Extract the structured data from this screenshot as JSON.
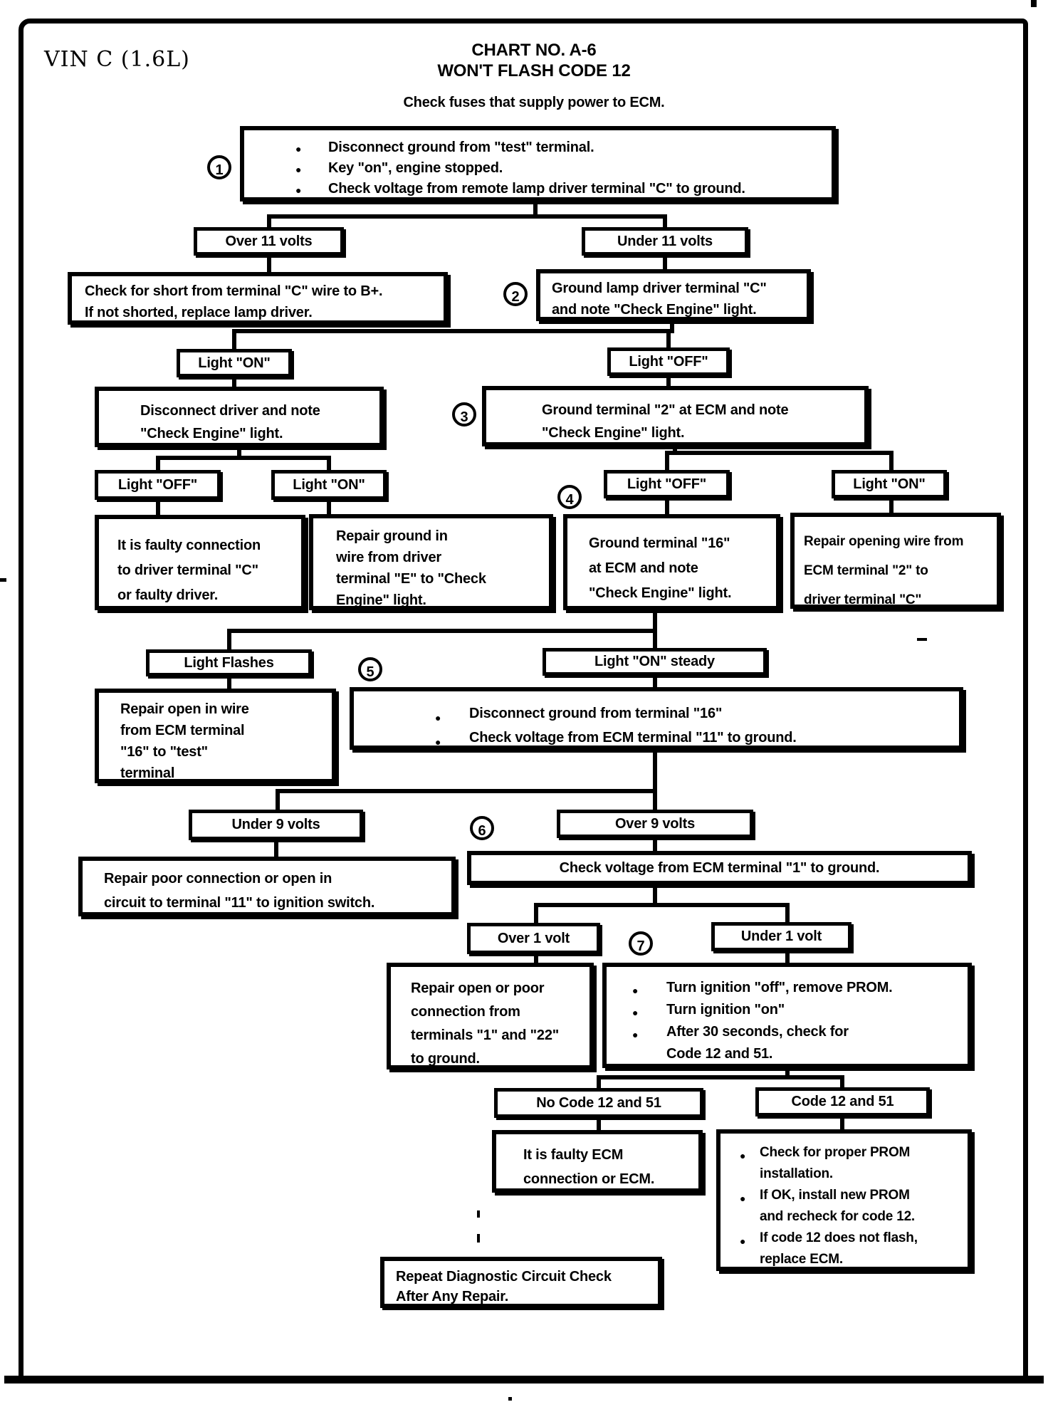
{
  "header": {
    "vin": "VIN C (1.6L)",
    "chart_no": "CHART NO. A-6",
    "title": "WON'T FLASH CODE 12",
    "subtitle": "Check fuses that supply power to ECM."
  },
  "circles": {
    "c1": "1",
    "c2": "2",
    "c3": "3",
    "c4": "4",
    "c5": "5",
    "c6": "6",
    "c7": "7"
  },
  "nodes": {
    "step1": {
      "items": [
        "Disconnect ground from \"test\" terminal.",
        "Key \"on\", engine stopped.",
        "Check voltage from remote lamp driver terminal \"C\" to ground."
      ]
    },
    "over11": {
      "label": "Over 11 volts"
    },
    "under11": {
      "label": "Under 11 volts"
    },
    "check_short": {
      "lines": [
        "Check for short from terminal \"C\" wire to B+.",
        "If not shorted, replace lamp driver."
      ]
    },
    "ground_lamp": {
      "lines": [
        "Ground lamp driver terminal \"C\"",
        "and note \"Check Engine\" light."
      ]
    },
    "light_on_1": {
      "label": "Light \"ON\""
    },
    "light_off_1": {
      "label": "Light \"OFF\""
    },
    "disc_driver": {
      "lines": [
        "Disconnect driver and note",
        "\"Check Engine\" light."
      ]
    },
    "ground_t2": {
      "lines": [
        "Ground terminal \"2\" at ECM and note",
        "\"Check Engine\" light."
      ]
    },
    "light_off_2": {
      "label": "Light \"OFF\""
    },
    "light_on_2": {
      "label": "Light \"ON\""
    },
    "faulty_conn": {
      "lines": [
        "It is faulty connection",
        "to driver terminal \"C\"",
        "or faulty driver."
      ]
    },
    "repair_ground": {
      "lines": [
        "Repair ground in",
        "wire from driver",
        "terminal \"E\" to \"Check",
        "Engine\" light."
      ]
    },
    "light_off_3": {
      "label": "Light \"OFF\""
    },
    "light_on_3": {
      "label": "Light \"ON\""
    },
    "ground_t16": {
      "lines": [
        "Ground terminal \"16\"",
        "at ECM and note",
        "\"Check Engine\" light."
      ]
    },
    "repair_opening": {
      "lines": [
        "Repair opening wire from",
        "ECM terminal \"2\" to",
        "driver terminal \"C\""
      ]
    },
    "light_flashes": {
      "label": "Light Flashes"
    },
    "light_on_steady": {
      "label": "Light \"ON\" steady"
    },
    "repair_open_wire": {
      "lines": [
        "Repair open in wire",
        "from ECM terminal",
        "\"16\" to \"test\"",
        "terminal"
      ]
    },
    "step5": {
      "items": [
        "Disconnect ground from terminal \"16\"",
        "Check voltage from ECM terminal \"11\" to ground."
      ]
    },
    "under9": {
      "label": "Under 9 volts"
    },
    "over9": {
      "label": "Over 9 volts"
    },
    "repair_poor": {
      "lines": [
        "Repair poor connection or open in",
        "circuit to terminal \"11\" to ignition switch."
      ]
    },
    "check_v1": {
      "label": "Check voltage from ECM terminal \"1\" to ground."
    },
    "over1": {
      "label": "Over 1 volt"
    },
    "under1": {
      "label": "Under 1 volt"
    },
    "repair_open_poor": {
      "lines": [
        "Repair open or poor",
        "connection from",
        "terminals \"1\" and \"22\"",
        "to ground."
      ]
    },
    "step7": {
      "lines": [
        "Turn ignition \"off\", remove PROM.",
        "Turn ignition \"on\"",
        "After 30 seconds, check for",
        "Code 12 and 51."
      ]
    },
    "no_code": {
      "label": "No Code 12 and 51"
    },
    "code1251": {
      "label": "Code 12 and 51"
    },
    "faulty_ecm": {
      "lines": [
        "It is faulty ECM",
        "connection or ECM."
      ]
    },
    "prom": {
      "lines": [
        "Check for proper PROM",
        "installation.",
        "If OK, install new PROM",
        "and recheck for code 12.",
        "If code 12 does not flash,",
        "replace ECM."
      ]
    },
    "repeat": {
      "lines": [
        "Repeat Diagnostic Circuit Check",
        "After Any Repair."
      ]
    }
  }
}
